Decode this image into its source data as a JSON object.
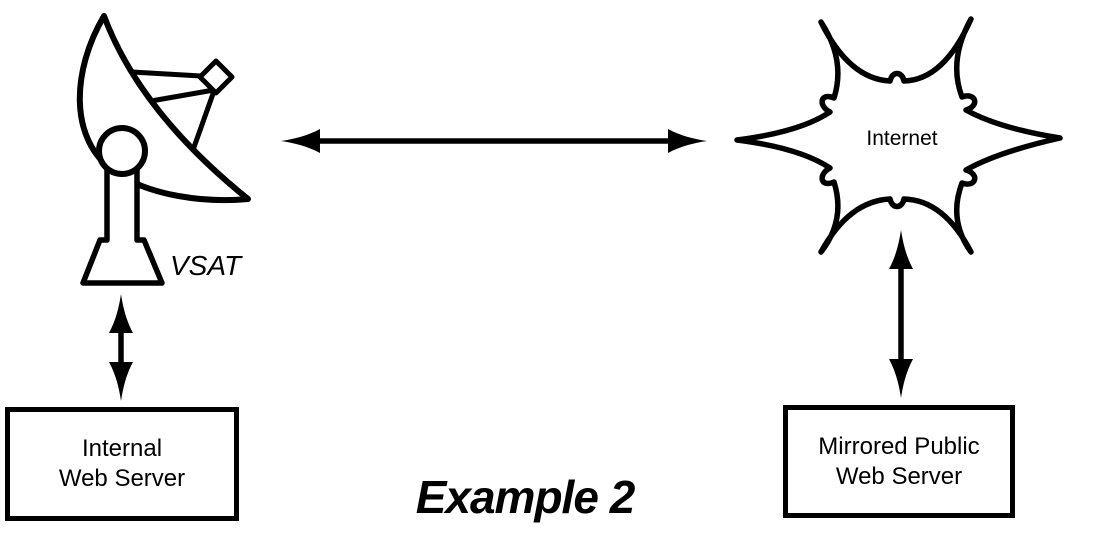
{
  "diagram": {
    "caption": "Example 2",
    "nodes": {
      "vsat": {
        "label": "VSAT",
        "icon": "satellite-dish-icon"
      },
      "internet": {
        "label": "Internet",
        "icon": "internet-splat-cloud-icon"
      },
      "internal_server": {
        "label_line1": "Internal",
        "label_line2": "Web Server",
        "shape": "rectangle"
      },
      "mirrored_server": {
        "label_line1": "Mirrored Public",
        "label_line2": "Web Server",
        "shape": "rectangle"
      }
    },
    "connections": [
      {
        "from": "vsat",
        "to": "internet",
        "style": "double-headed-arrow",
        "orientation": "horizontal"
      },
      {
        "from": "vsat",
        "to": "internal_server",
        "style": "double-headed-arrow",
        "orientation": "vertical"
      },
      {
        "from": "internet",
        "to": "mirrored_server",
        "style": "double-headed-arrow",
        "orientation": "vertical"
      }
    ],
    "colors": {
      "line": "#000000",
      "background": "#ffffff"
    }
  }
}
